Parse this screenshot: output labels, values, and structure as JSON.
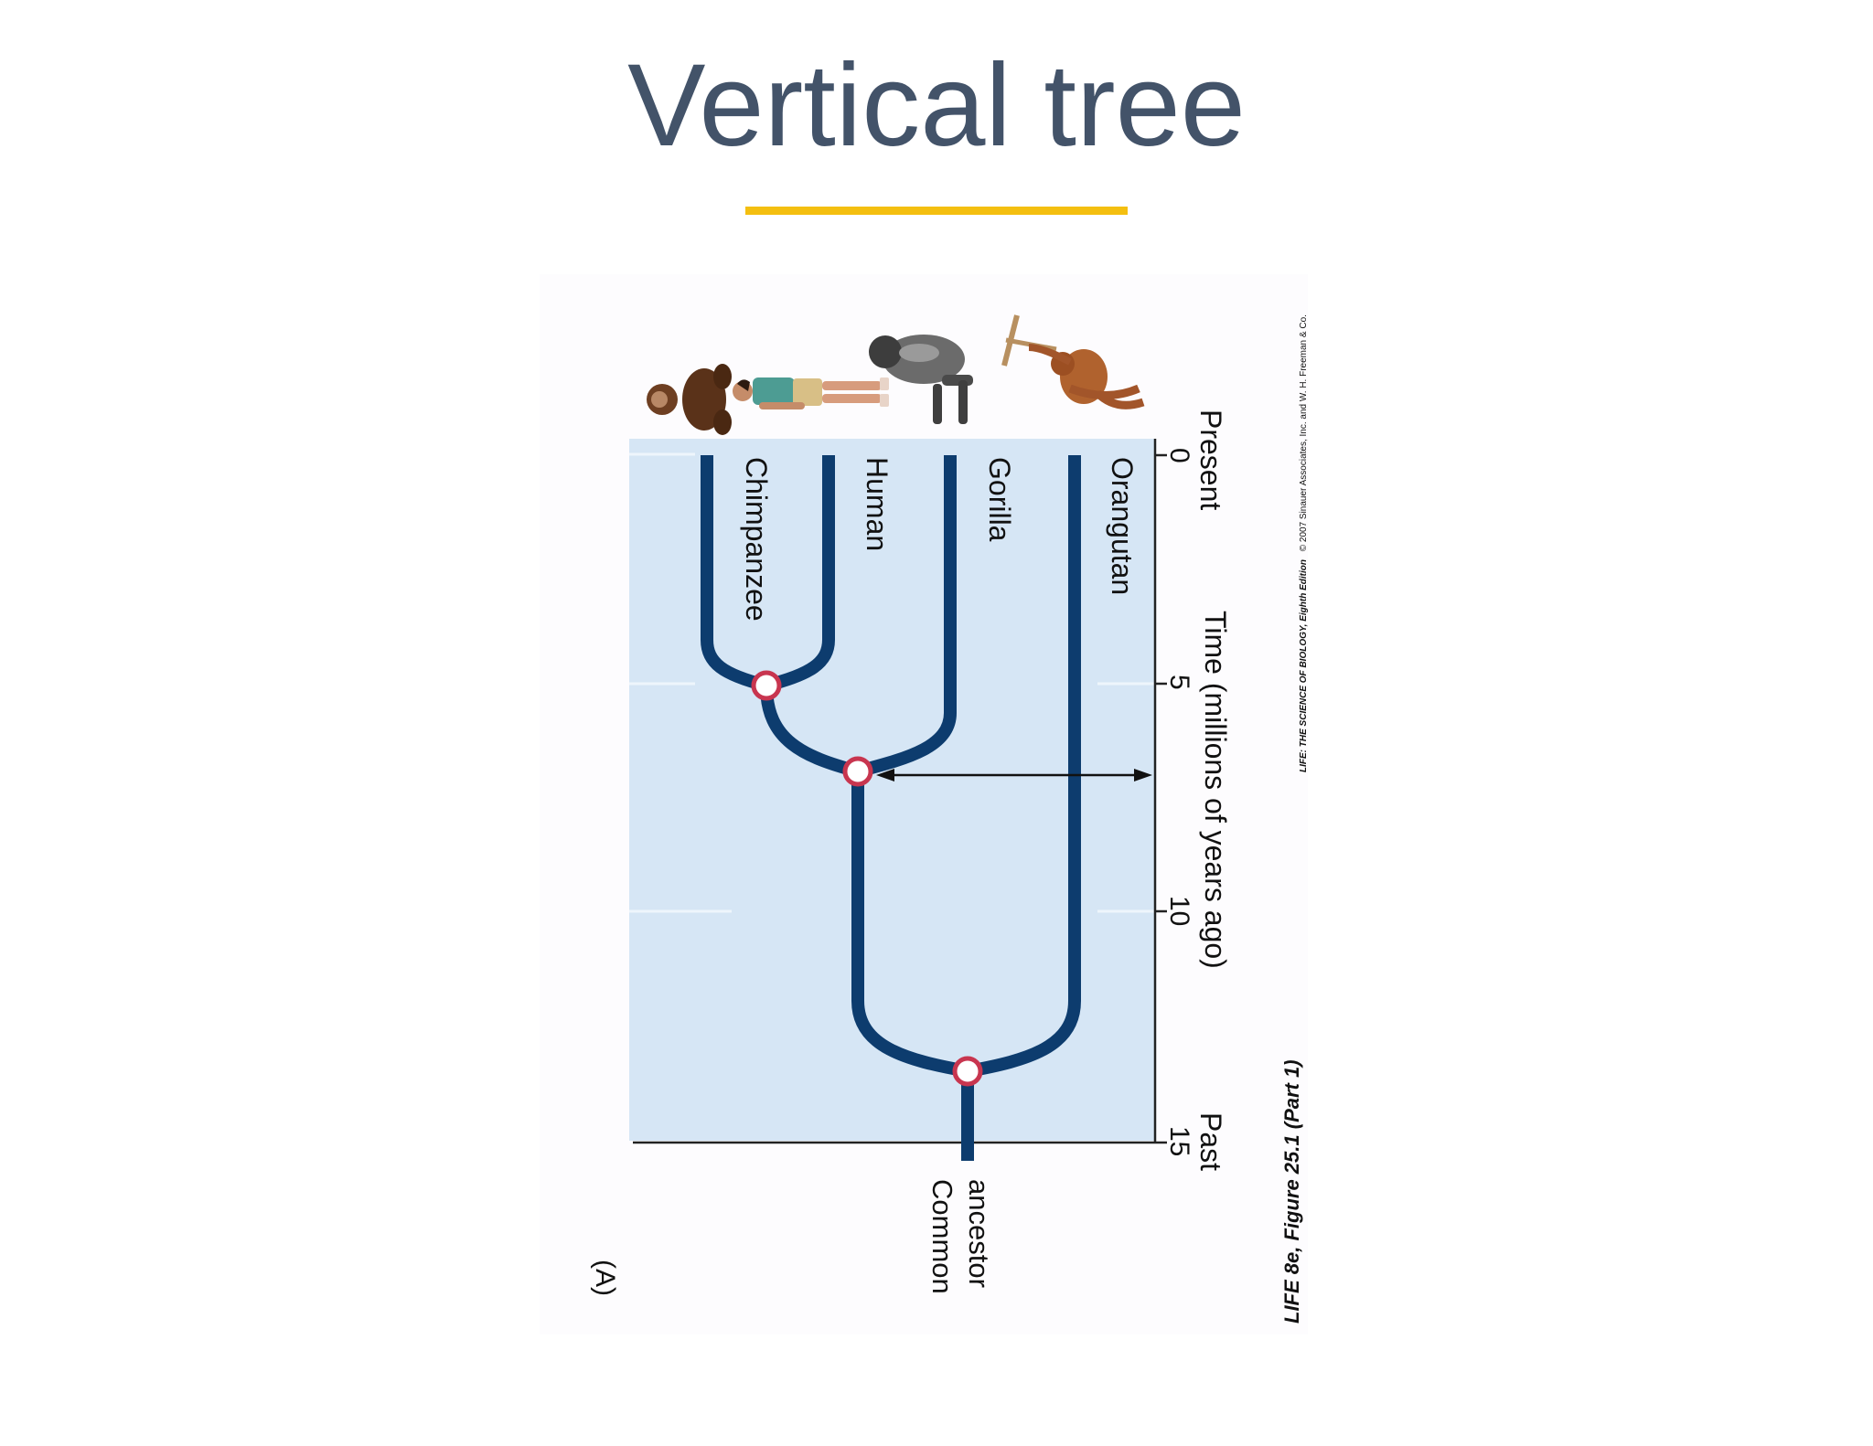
{
  "slide": {
    "title": "Vertical tree",
    "accent_color": "#f4bf10",
    "title_color": "#435369"
  },
  "figure": {
    "panel_label": "(A)",
    "taxa": [
      "Chimpanzee",
      "Human",
      "Gorilla",
      "Orangutan"
    ],
    "root_label_line1": "Common",
    "root_label_line2": "ancestor",
    "axis": {
      "title": "Time (millions of years ago)",
      "ticks": [
        "0",
        "5",
        "10",
        "15"
      ],
      "end_present": "Present",
      "end_past": "Past"
    },
    "caption": "LIFE 8e, Figure 25.1 (Part 1)",
    "credit_title": "LIFE: THE SCIENCE OF BIOLOGY, Eighth Edition",
    "credit_rest": "© 2007 Sinauer Associates, Inc. and W. H. Freeman & Co.",
    "branch_color": "#0d3c6e",
    "panel_color": "#d6e6f5",
    "node_color": "#c8354f",
    "illustrations": [
      "chimpanzee-illustration",
      "human-illustration",
      "gorilla-illustration",
      "orangutan-illustration"
    ]
  }
}
